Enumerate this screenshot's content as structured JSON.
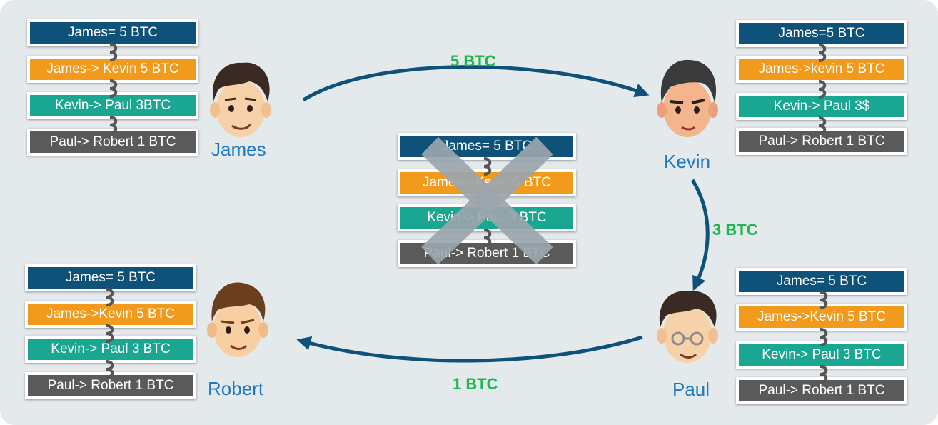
{
  "ledgers": {
    "james": [
      "James= 5 BTC",
      "James-> Kevin 5 BTC",
      "Kevin-> Paul 3BTC",
      "Paul-> Robert 1 BTC"
    ],
    "kevin": [
      "James=5 BTC",
      "James->kevin 5 BTC",
      "Kevin-> Paul 3$",
      "Paul-> Robert 1 BTC"
    ],
    "center": [
      "James= 5 BTC",
      "James->Kevin 5 BTC",
      "Kevin-> Paul 3 BTC",
      "Paul-> Robert 1 BTC"
    ],
    "robert": [
      "James= 5 BTC",
      "James->Kevin 5 BTC",
      "Kevin-> Paul 3 BTC",
      "Paul-> Robert 1 BTC"
    ],
    "paul": [
      "James= 5 BTC",
      "James->Kevin 5 BTC",
      "Kevin-> Paul 3 BTC",
      "Paul-> Robert 1 BTC"
    ]
  },
  "names": {
    "james": "James",
    "kevin": "Kevin",
    "paul": "Paul",
    "robert": "Robert"
  },
  "transfers": {
    "james_to_kevin": "5 BTC",
    "kevin_to_paul": "3 BTC",
    "paul_to_robert": "1 BTC"
  },
  "colors": {
    "block_dark_blue": "#0e5179",
    "block_orange": "#f29a1b",
    "block_teal": "#1aa791",
    "block_gray": "#5a5a5a",
    "name_blue": "#1f78c1",
    "amount_green": "#1db84c",
    "arrow": "#0e5179",
    "reject_cross": "#9aa5ad",
    "background": "#e4e9ec"
  },
  "icons": {
    "chain_link": "chain-link-icon",
    "reject": "x-cross-icon"
  }
}
